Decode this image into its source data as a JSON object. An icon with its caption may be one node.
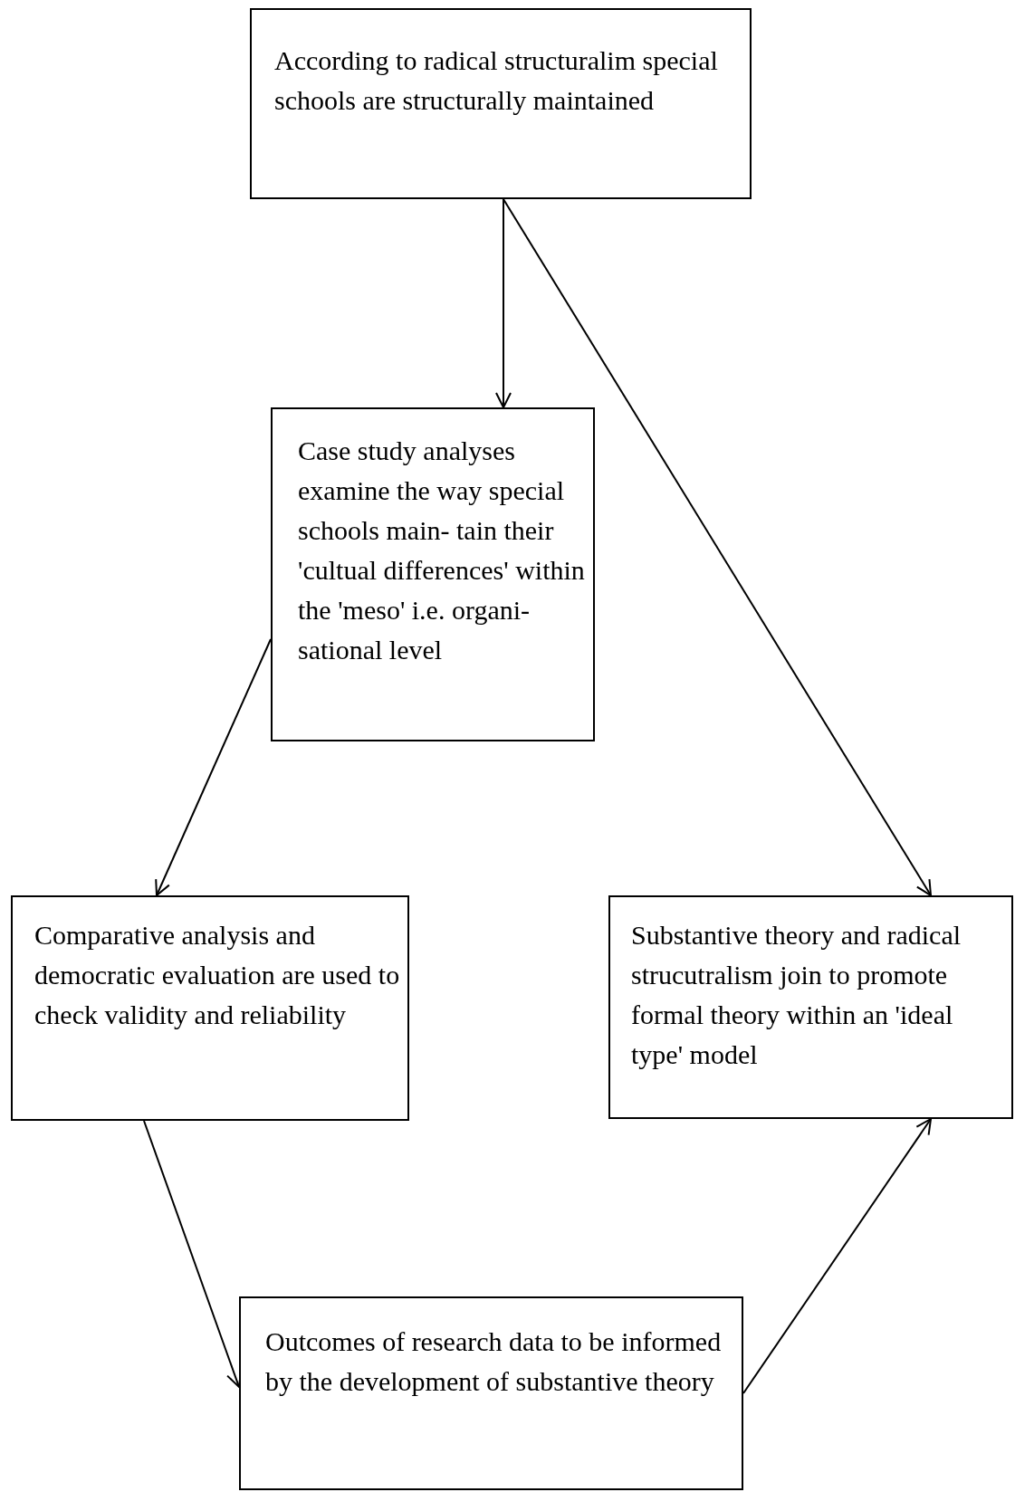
{
  "diagram": {
    "nodes": [
      {
        "text": [
          "According to radical structuralim special schools are structurally maintained"
        ]
      },
      {
        "text": [
          "Case study analyses examine the way special schools main- tain their 'cultual differences' within the 'meso' i.e. organi- sational level"
        ]
      },
      {
        "text": [
          "Comparative analysis and democratic evaluation are used to check validity and reliability"
        ]
      },
      {
        "text": [
          "Substantive theory and radical strucutralism join to promote formal theory within an 'ideal type' model"
        ]
      },
      {
        "text": [
          "Outcomes of research data to be informed by the development of substantive theory"
        ]
      }
    ],
    "edges": [
      {
        "from": 0,
        "to": 1,
        "arrow": "to"
      },
      {
        "from": 0,
        "to": 3,
        "arrow": "to"
      },
      {
        "from": 1,
        "to": 2,
        "arrow": "to"
      },
      {
        "from": 2,
        "to": 4,
        "arrow": "to"
      },
      {
        "from": 4,
        "to": 3,
        "arrow": "to"
      }
    ]
  }
}
